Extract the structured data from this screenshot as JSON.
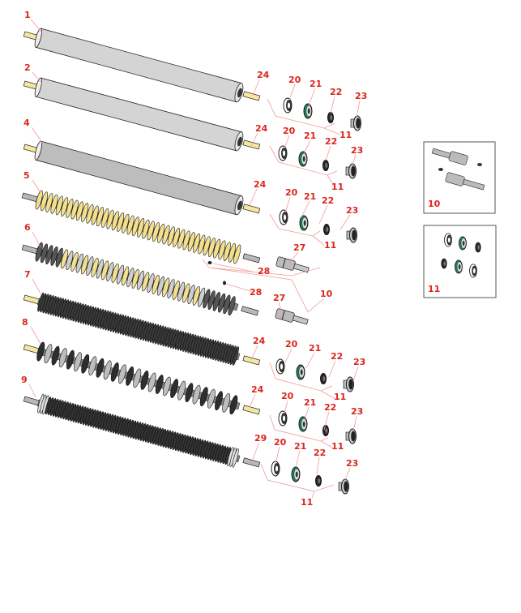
{
  "title": "Roller assemblies exploded parts diagram",
  "colors": {
    "callout": "#d9261c",
    "leader": "#f29a9a",
    "roller_gray": "#d4d4d4",
    "roller_dark": "#bdbdbd",
    "coil_yellow": "#f3e08e",
    "seal_green": "#1a8a5a",
    "ring_black": "#2a2a2a"
  },
  "callouts": [
    "1",
    "2",
    "4",
    "5",
    "6",
    "7",
    "8",
    "9",
    "24",
    "20",
    "21",
    "22",
    "23",
    "11",
    "24",
    "20",
    "21",
    "22",
    "23",
    "11",
    "24",
    "20",
    "21",
    "22",
    "23",
    "11",
    "27",
    "28",
    "28",
    "10",
    "27",
    "24",
    "20",
    "21",
    "22",
    "23",
    "11",
    "24",
    "20",
    "21",
    "22",
    "23",
    "11",
    "29",
    "20",
    "21",
    "22",
    "23",
    "11"
  ],
  "insets": [
    {
      "label": "10"
    },
    {
      "label": "11"
    }
  ]
}
